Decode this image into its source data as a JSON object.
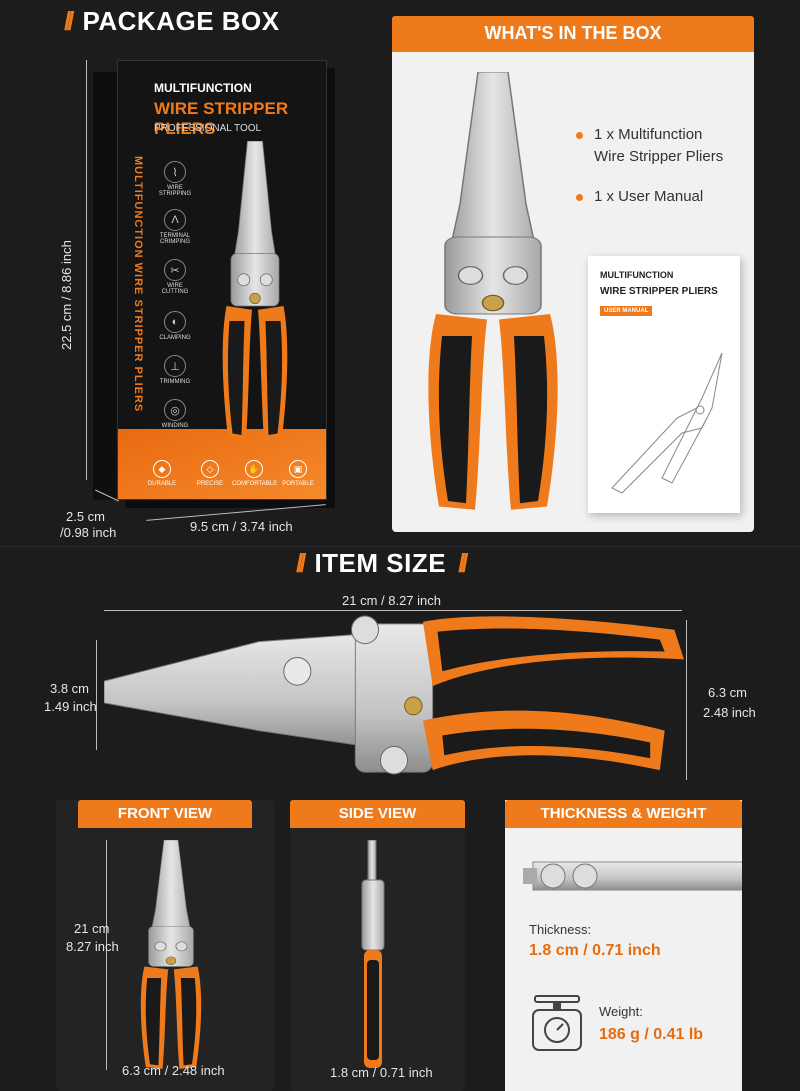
{
  "package_box": {
    "heading": "PACKAGE BOX",
    "box_title_line1": "MULTIFUNCTION",
    "box_title_line2": "WIRE STRIPPER PLIERS",
    "box_subtitle": "PROFESSIONAL TOOL",
    "box_side_text": "MULTIFUNCTION WIRE STRIPPER PLIERS",
    "functions": [
      "WIRE STRIPPING",
      "TERMINAL CRIMPING",
      "WIRE CUTTING",
      "CLAMPING",
      "TRIMMING",
      "WINDING"
    ],
    "features": [
      "DURABLE",
      "PRECISE",
      "COMFORTABLE",
      "PORTABLE"
    ],
    "height_dim": "22.5 cm / 8.86 inch",
    "depth_dim_1": "2.5 cm",
    "depth_dim_2": "/0.98 inch",
    "width_dim": "9.5 cm / 3.74 inch"
  },
  "whats_in_box": {
    "heading": "WHAT'S IN THE BOX",
    "item1_line1": "1 x Multifunction",
    "item1_line2": "Wire Stripper Pliers",
    "item2": "1 x User Manual",
    "manual_title1": "MULTIFUNCTION",
    "manual_title2": "WIRE STRIPPER PLIERS",
    "manual_tag": "USER MANUAL"
  },
  "item_size": {
    "heading": "ITEM SIZE",
    "length": "21 cm / 8.27 inch",
    "jaw_height_1": "3.8 cm",
    "jaw_height_2": "1.49 inch",
    "handle_height_1": "6.3 cm",
    "handle_height_2": "2.48 inch"
  },
  "front_view": {
    "heading": "FRONT VIEW",
    "height_1": "21 cm",
    "height_2": "8.27 inch",
    "width": "6.3 cm / 2.48 inch"
  },
  "side_view": {
    "heading": "SIDE VIEW",
    "width": "1.8 cm / 0.71 inch"
  },
  "thickness_weight": {
    "heading": "THICKNESS & WEIGHT",
    "thickness_label": "Thickness:",
    "thickness_value": "1.8 cm / 0.71 inch",
    "weight_label": "Weight:",
    "weight_value": "186 g / 0.41 lb"
  },
  "colors": {
    "accent": "#ef7a1c",
    "background": "#1c1c1c",
    "handle_black": "#1a1a1a",
    "steel": "#c9c9c9"
  }
}
